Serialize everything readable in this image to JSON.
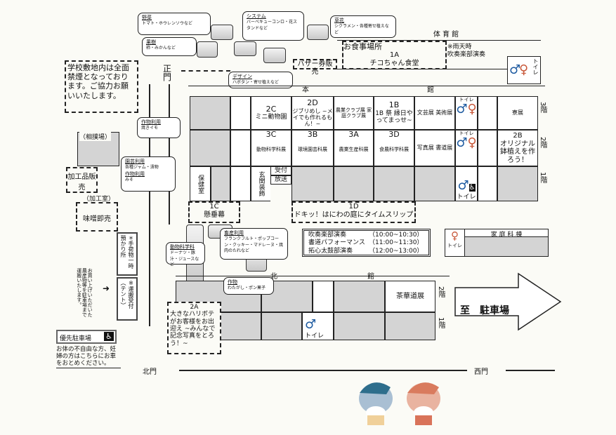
{
  "callouts": {
    "vegetables": {
      "title": "野菜",
      "text": "トマト・ホウレンソウなど"
    },
    "system": {
      "title": "システム",
      "text": "バーベキューコンロ・花スタンドなど"
    },
    "flowers": {
      "title": "草花",
      "text": "シクラメン・各種寄せ植えなど"
    },
    "fruit": {
      "title": "果樹",
      "text": "柿・みかんなど"
    },
    "design": {
      "title": "デザイン",
      "text": "ハボタン・寄せ植えなど"
    },
    "crops1": {
      "title": "作物利用",
      "text": "焼きイモ"
    },
    "horti": {
      "title": "園芸利用",
      "text": "各種ジャム・漬物",
      "title2": "作物利用",
      "text2": "みそ"
    },
    "animal": {
      "title": "動物科学科",
      "text": "ドーナツ・豚汁・ジュースなど"
    },
    "livestock": {
      "title": "畜産利用",
      "text": "フランクフルト・ポップコーン・クッキー・マドレーヌ・焼肉のたれなど"
    },
    "crops2": {
      "title": "作物",
      "text": "わたがし・ポン菓子"
    }
  },
  "notice": "学校敷地内は全面禁煙となっております。ご協力お願いいたします。",
  "main_gate": "正門",
  "north_gate": "北門",
  "west_gate": "西門",
  "bazaar": "バザー券販売",
  "dining": {
    "title": "お食事場所",
    "room": "1A",
    "name": "チコちゃん食堂"
  },
  "gym": {
    "label": "体 育 館",
    "rain": "※雨天時",
    "rain2": "吹奏楽部演奏",
    "toilet": "トイレ"
  },
  "main_building": {
    "label1": "本",
    "label2": "館",
    "floor3": "3階",
    "floor2": "2階",
    "floor1": "1階",
    "f3": [
      {
        "room": "2C",
        "name": "ミニ動物園"
      },
      {
        "room": "2D",
        "name": "ジブリめし ~メイでも作れるもん！~"
      },
      {
        "room": "",
        "name": "農業クラブ展 家庭クラブ展"
      },
      {
        "room": "1B",
        "name": "1B 祭 縁日やってまっせ~"
      },
      {
        "room": "",
        "name": "文芸展 美術展"
      }
    ],
    "f3_right": "寮展",
    "f2": [
      {
        "room": "3C",
        "name": "動物科学科展"
      },
      {
        "room": "3B",
        "name": "環境園芸科展"
      },
      {
        "room": "3A",
        "name": "農業生産科展"
      },
      {
        "room": "3D",
        "name": "食農科学科展"
      },
      {
        "room": "",
        "name": "写真展 書道展"
      }
    ],
    "f2_right": {
      "room": "2B",
      "name": "オリジナル鉢植えを作ろう！"
    },
    "health": "保健室",
    "entrance": "玄関装飾",
    "reception": "受付",
    "broadcast": "放送",
    "toilet": "トイレ",
    "c1": {
      "room": "1C",
      "name": "懸垂幕"
    },
    "d1": {
      "room": "1D",
      "name": "ドキッ！はにわの庭にタイムスリップ"
    }
  },
  "schedule": [
    {
      "event": "吹奏楽部演奏",
      "time": "（10:00~10:30）"
    },
    {
      "event": "書道パフォーマンス",
      "time": "（11:00~11:30）"
    },
    {
      "event": "拓心太鼓部演奏",
      "time": "（12:00~13:00）"
    }
  ],
  "home_ec": {
    "label": "家 庭 科 棟",
    "toilet": "トイレ"
  },
  "north_building": {
    "label1": "北",
    "label2": "館",
    "tea": "茶華道展",
    "floor2": "2階",
    "floor1": "1階",
    "toilet": "トイレ"
  },
  "a2": {
    "room": "2A",
    "name": "大きなハリボテがお客様をお出迎え ~みんなで記念写真をとろう！~"
  },
  "parking_arrow": "至　駐車場",
  "sumo": "（相撲場）",
  "processed": "加工品販売",
  "processing_room": "（加工室）",
  "miso": "味噌即売",
  "luggage": "＊手荷物一時預かり所",
  "transport": "※運搬受付（テント）",
  "transport_note": "お買い上げいただいた農産物等を駐車場まで運搬いたします。",
  "priority_parking": {
    "label": "優先駐車場",
    "note": "お体の不自由な方、妊婦の方はこちらにお車をおとめください。"
  }
}
